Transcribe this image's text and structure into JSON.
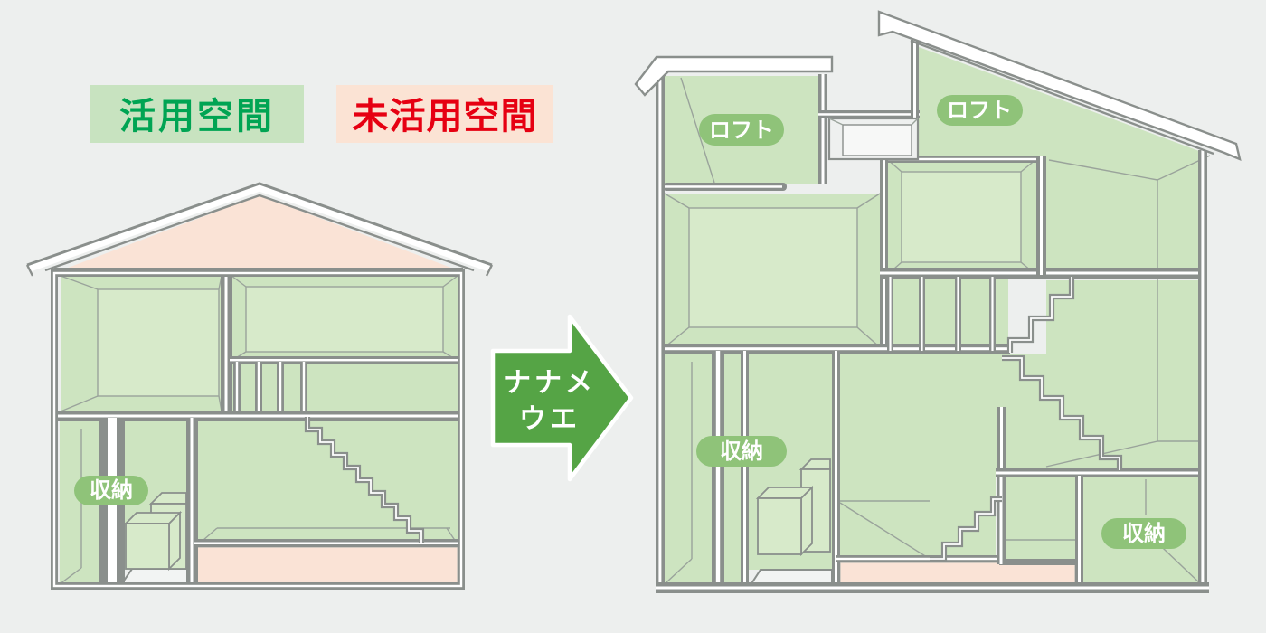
{
  "legend": {
    "utilized_label": "活用空間",
    "unutilized_label": "未活用空間"
  },
  "arrow": {
    "line1": "ナナメ",
    "line2": "ウエ"
  },
  "labels": {
    "storage": "収納",
    "loft": "ロフト"
  },
  "colors": {
    "background": "#edefee",
    "line_gray": "#8a8f8c",
    "thin_line": "#9aa39b",
    "utilized_green_fill": "#cde4c0",
    "utilized_green_light": "#d7eaca",
    "unutilized_pink_fill": "#fae3d6",
    "legend_green_bg": "#c8e3c0",
    "legend_green_text": "#00a453",
    "legend_pink_bg": "#fbe3d4",
    "legend_red_text": "#e60012",
    "label_pill_green": "#8fc379",
    "arrow_green": "#55a445"
  }
}
